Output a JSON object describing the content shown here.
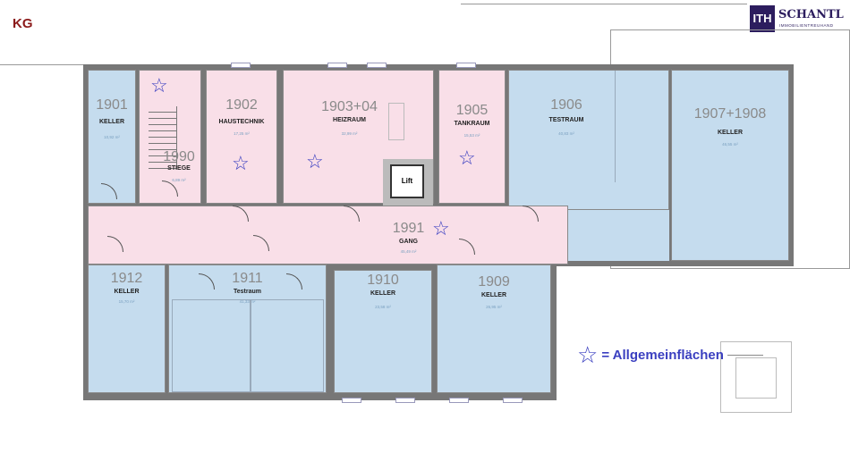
{
  "floor_label": "KG",
  "logo": {
    "mark": "ITH",
    "name": "SCHANTL",
    "sub": "IMMOBILIENTREUHAND"
  },
  "legend": {
    "symbol": "☆",
    "text": "= Allgemeinflächen"
  },
  "colors": {
    "common": "#f9dfe8",
    "private": "#c5dcee",
    "star": "#3a3fc0",
    "floor_label": "#8b1a1a",
    "logo_bg": "#2c1d5e"
  },
  "rooms": [
    {
      "num": "1901",
      "name": "KELLER",
      "area": "10,92 m²"
    },
    {
      "num": "1990",
      "name": "STIEGE",
      "area": "6,89 m²"
    },
    {
      "num": "1902",
      "name": "HAUSTECHNIK",
      "area": "17,25 m²"
    },
    {
      "num": "1903+04",
      "name": "HEIZRAUM",
      "area": "32,99 m²"
    },
    {
      "num": "1905",
      "name": "TANKRAUM",
      "area": "15,53 m²"
    },
    {
      "num": "1906",
      "name": "TESTRAUM",
      "area": "40,83 m²"
    },
    {
      "num": "1907+1908",
      "name": "KELLER",
      "area": "46,55 m²"
    },
    {
      "num": "1991",
      "name": "GANG",
      "area": "45,49 m²"
    },
    {
      "num": "1912",
      "name": "KELLER",
      "area": "15,70 m²"
    },
    {
      "num": "1911",
      "name": "Testraum",
      "area": "41,33 m²"
    },
    {
      "num": "1910",
      "name": "KELLER",
      "area": "23,58 m²"
    },
    {
      "num": "1909",
      "name": "KELLER",
      "area": "26,95 m²"
    }
  ],
  "lift_label": "Lift"
}
